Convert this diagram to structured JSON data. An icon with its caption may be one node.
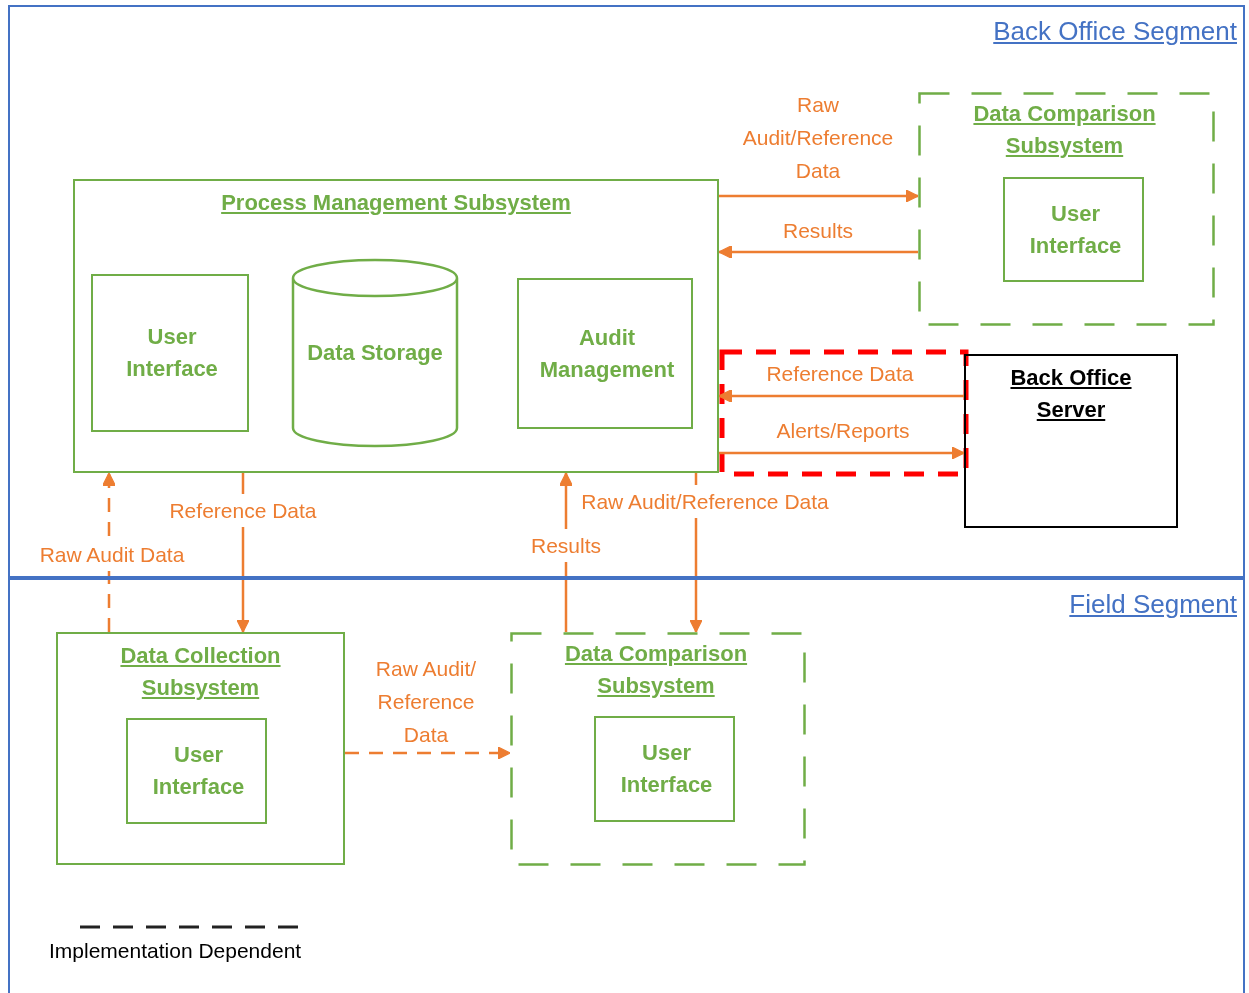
{
  "diagram": {
    "nodes": [
      {
        "text": [
          "Back Office Segment"
        ]
      },
      {
        "text": [
          "Process Management Subsystem"
        ],
        "in": 0
      },
      {
        "text": [
          "User Interface"
        ],
        "in": 1
      },
      {
        "text": [
          "Data Storage"
        ],
        "in": 1
      },
      {
        "text": [
          "Audit Management"
        ],
        "in": 1
      },
      {
        "text": [
          "Data Comparison Subsystem"
        ],
        "in": 0
      },
      {
        "text": [
          "User Interface"
        ],
        "in": 5
      },
      {
        "text": [
          "Back Office Server"
        ],
        "in": 0
      },
      {
        "text": [
          "Field Segment"
        ]
      },
      {
        "text": [
          "Data Collection Subsystem"
        ],
        "in": 8
      },
      {
        "text": [
          "User Interface"
        ],
        "in": 9
      },
      {
        "text": [
          "Data Comparison Subsystem"
        ],
        "in": 8
      },
      {
        "text": [
          "User Interface"
        ],
        "in": 11
      }
    ],
    "edges": [
      {
        "from": 1,
        "to": 5,
        "arrow": "to",
        "label": "Raw Audit/Reference Data"
      },
      {
        "from": 5,
        "to": 1,
        "arrow": "to",
        "label": "Results"
      },
      {
        "from": 7,
        "to": 1,
        "arrow": "to",
        "label": "Reference Data"
      },
      {
        "from": 1,
        "to": 7,
        "arrow": "to",
        "label": "Alerts/Reports"
      },
      {
        "from": 9,
        "to": 1,
        "arrow": "to",
        "label": "Raw Audit Data",
        "style": "dashed"
      },
      {
        "from": 1,
        "to": 9,
        "arrow": "to",
        "label": "Reference Data"
      },
      {
        "from": 11,
        "to": 1,
        "arrow": "to",
        "label": "Results"
      },
      {
        "from": 1,
        "to": 11,
        "arrow": "to",
        "label": "Raw Audit/Reference Data"
      },
      {
        "from": 9,
        "to": 11,
        "arrow": "to",
        "label": "Raw Audit/ Reference Data",
        "style": "dashed"
      }
    ],
    "legend": [
      {
        "text": "Implementation Dependent"
      }
    ]
  }
}
